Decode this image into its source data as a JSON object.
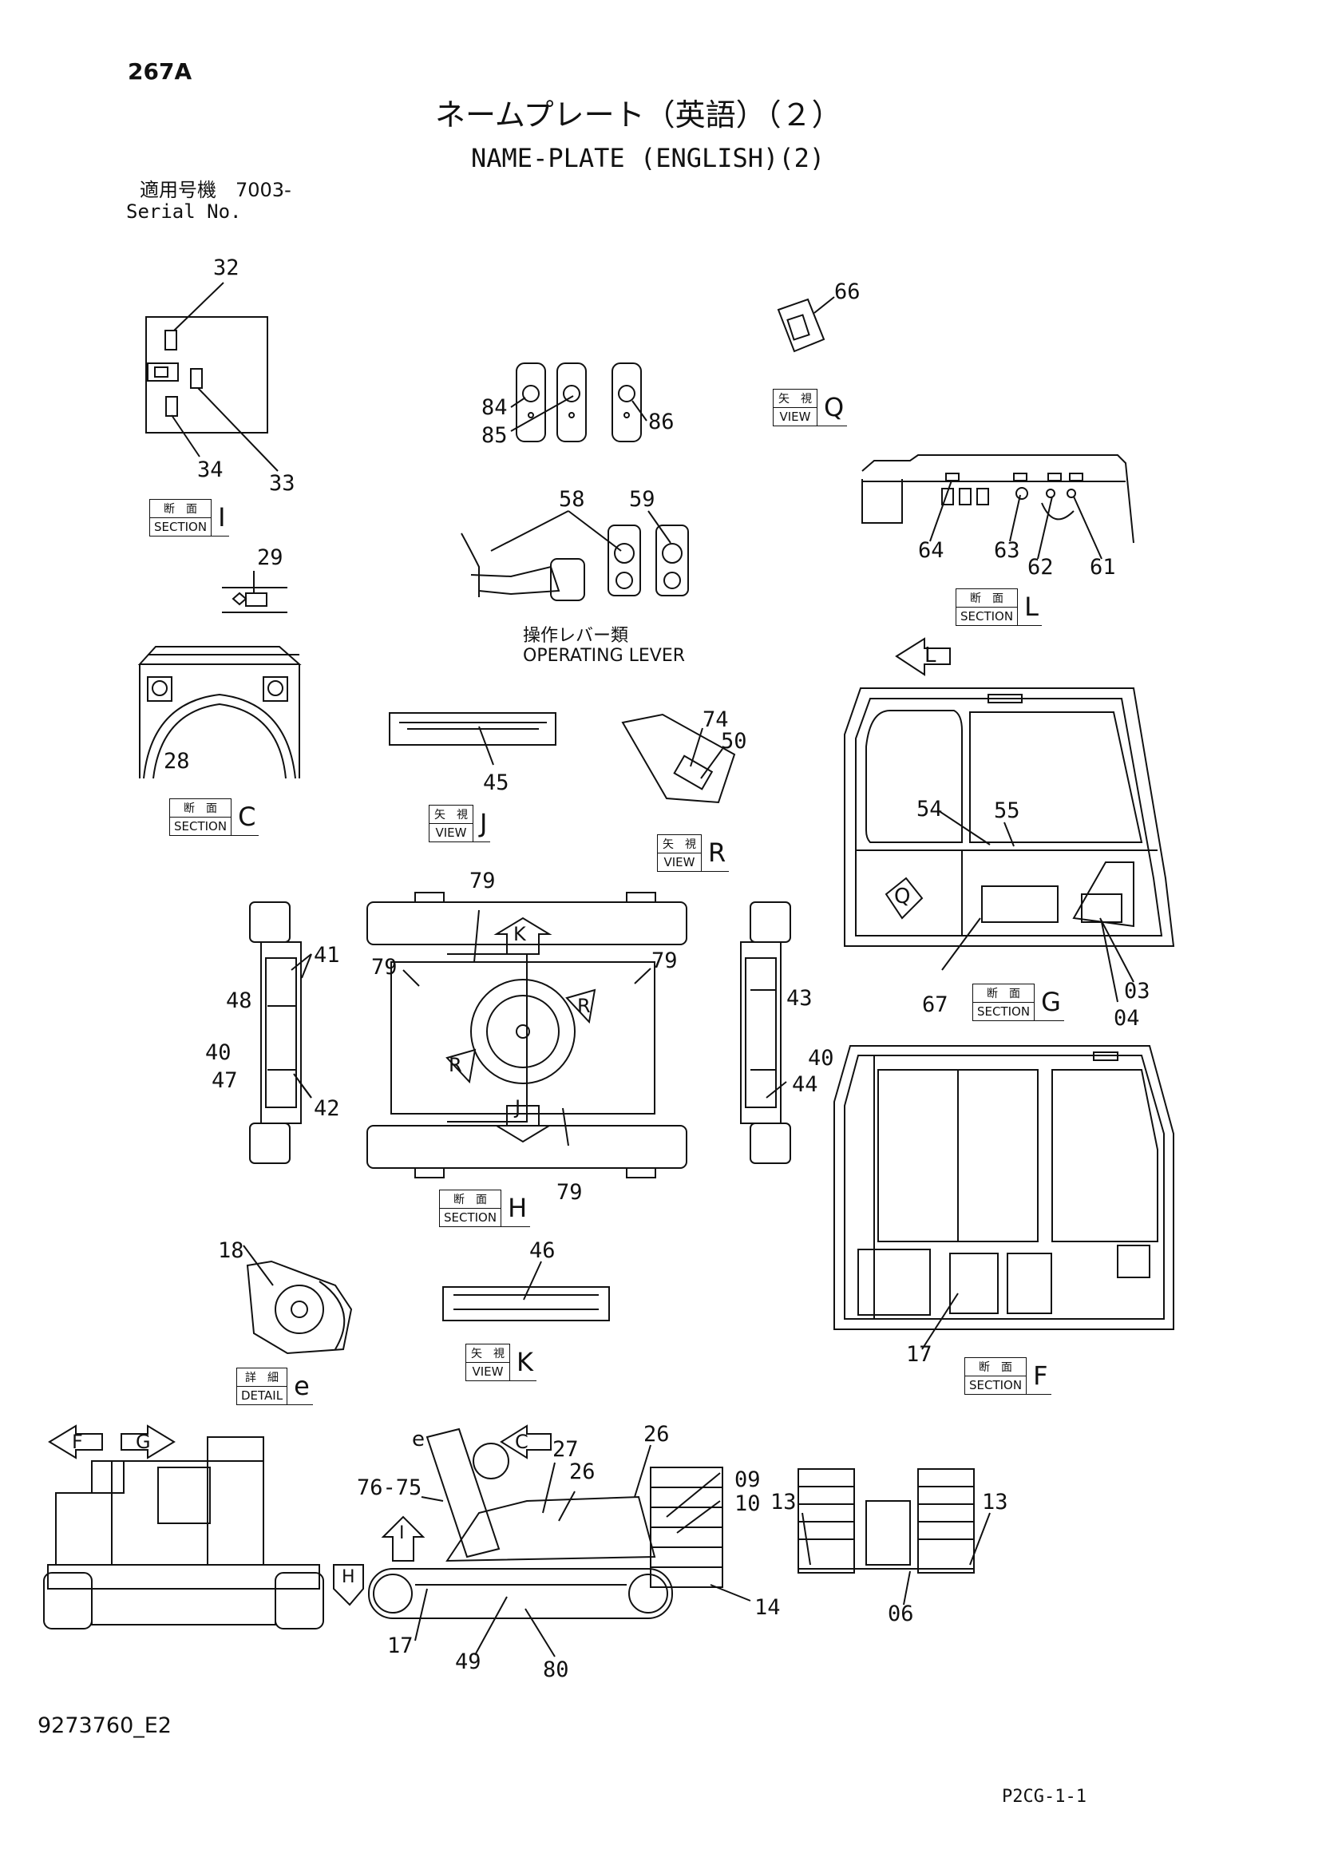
{
  "header": {
    "page_code": "267A",
    "title_jp": "ネームプレート（英語）（２）",
    "title_en": "NAME-PLATE (ENGLISH)(2)",
    "serial_jp": "適用号機　7003-",
    "serial_en": "Serial No."
  },
  "captions": {
    "operating_lever_jp": "操作レバー類",
    "operating_lever_en": "OPERATING LEVER"
  },
  "view_boxes": [
    {
      "id": "section-I",
      "jp": "断　面",
      "en": "SECTION",
      "letter": "I"
    },
    {
      "id": "section-C",
      "jp": "断　面",
      "en": "SECTION",
      "letter": "C"
    },
    {
      "id": "view-Q",
      "jp": "矢　視",
      "en": "VIEW",
      "letter": "Q"
    },
    {
      "id": "section-L",
      "jp": "断　面",
      "en": "SECTION",
      "letter": "L"
    },
    {
      "id": "view-J",
      "jp": "矢　視",
      "en": "VIEW",
      "letter": "J"
    },
    {
      "id": "view-R",
      "jp": "矢　視",
      "en": "VIEW",
      "letter": "R"
    },
    {
      "id": "section-G",
      "jp": "断　面",
      "en": "SECTION",
      "letter": "G"
    },
    {
      "id": "section-H",
      "jp": "断　面",
      "en": "SECTION",
      "letter": "H"
    },
    {
      "id": "detail-e",
      "jp": "詳　細",
      "en": "DETAIL",
      "letter": "e"
    },
    {
      "id": "view-K",
      "jp": "矢　視",
      "en": "VIEW",
      "letter": "K"
    },
    {
      "id": "section-F",
      "jp": "断　面",
      "en": "SECTION",
      "letter": "F"
    }
  ],
  "callouts": [
    "32",
    "34",
    "33",
    "84",
    "85",
    "86",
    "66",
    "58",
    "59",
    "64",
    "63",
    "62",
    "61",
    "29",
    "28",
    "45",
    "74",
    "50",
    "54",
    "55",
    "79",
    "79",
    "79",
    "79",
    "41",
    "48",
    "40",
    "47",
    "42",
    "43",
    "40",
    "44",
    "67",
    "03",
    "04",
    "18",
    "46",
    "17",
    "27",
    "26",
    "26",
    "09",
    "10",
    "76-75",
    "17",
    "49",
    "80",
    "14",
    "13",
    "13",
    "06"
  ],
  "arrow_letters": [
    "L",
    "Q",
    "K",
    "R",
    "R",
    "J",
    "F",
    "G",
    "e",
    "C",
    "I",
    "H"
  ],
  "footer": {
    "drawing_no": "9273760_E2",
    "page_ref": "P2CG-1-1"
  }
}
